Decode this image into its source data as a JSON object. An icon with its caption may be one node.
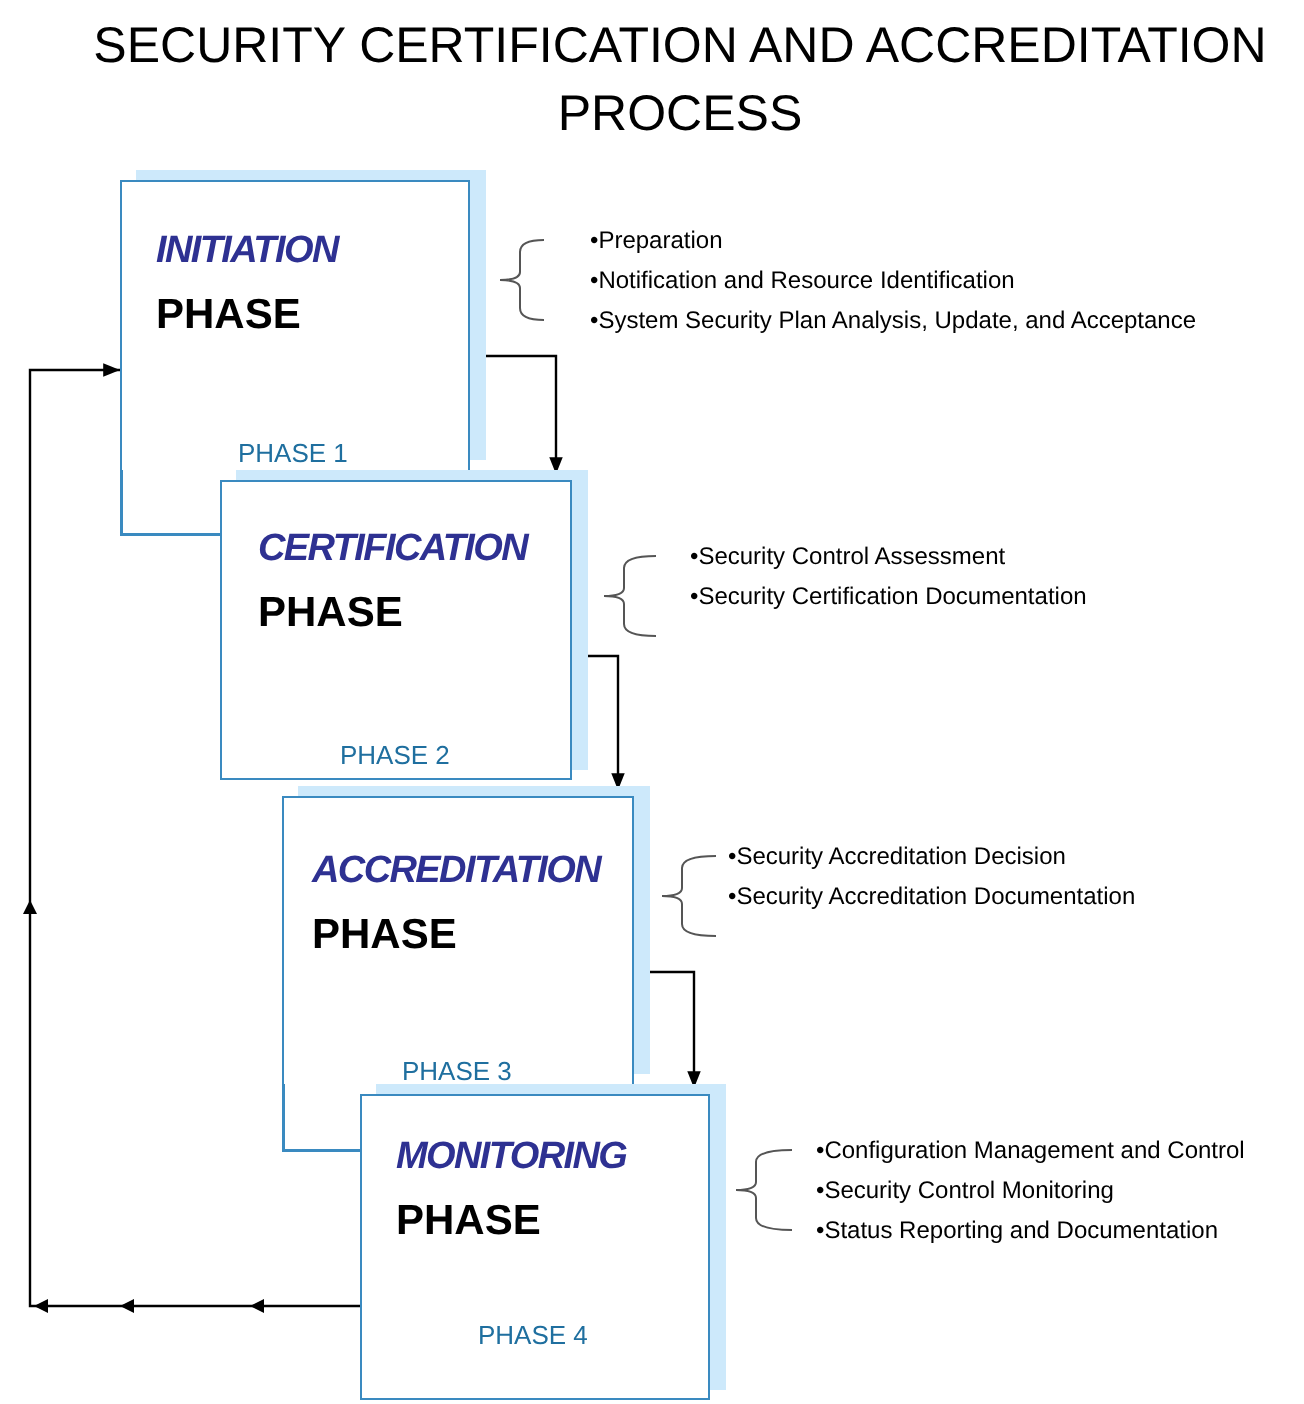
{
  "diagram": {
    "title": "SECURITY CERTIFICATION AND ACCREDITATION PROCESS",
    "nodes": [
      {
        "text": [
          "INITIATION",
          "PHASE",
          "PHASE 1"
        ],
        "beside": [
          "•Preparation",
          "•Notification and Resource Identification",
          "•System Security Plan Analysis, Update, and Acceptance"
        ]
      },
      {
        "text": [
          "CERTIFICATION",
          "PHASE",
          "PHASE 2"
        ],
        "beside": [
          "•Security Control Assessment",
          "•Security Certification Documentation"
        ]
      },
      {
        "text": [
          "ACCREDITATION",
          "PHASE",
          "PHASE 3"
        ],
        "beside": [
          "•Security Accreditation Decision",
          "•Security Accreditation Documentation"
        ]
      },
      {
        "text": [
          "MONITORING",
          "PHASE",
          "PHASE 4"
        ],
        "beside": [
          "•Configuration Management and Control",
          "•Security Control Monitoring",
          "•Status Reporting and Documentation"
        ]
      }
    ],
    "edges": [
      {
        "from": 0,
        "to": 1,
        "arrow": "to"
      },
      {
        "from": 1,
        "to": 2,
        "arrow": "to"
      },
      {
        "from": 2,
        "to": 3,
        "arrow": "to"
      },
      {
        "from": 3,
        "to": 0,
        "arrow": "to"
      }
    ]
  }
}
